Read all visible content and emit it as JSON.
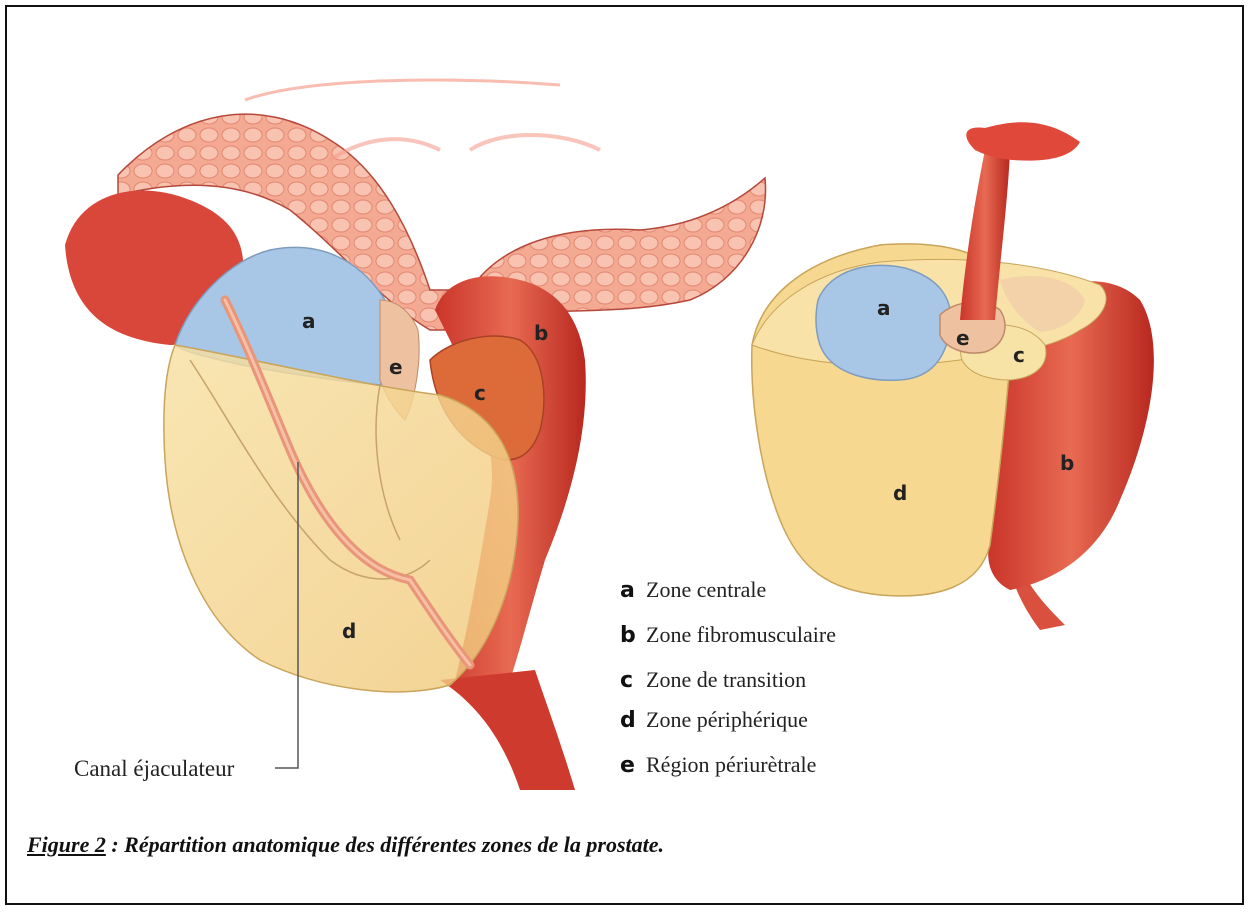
{
  "zones": {
    "a": "a",
    "b": "b",
    "c": "c",
    "d": "d",
    "e": "e"
  },
  "legend": [
    {
      "letter": "a",
      "text": "Zone centrale"
    },
    {
      "letter": "b",
      "text": "Zone fibromusculaire"
    },
    {
      "letter": "c",
      "text": "Zone de transition"
    },
    {
      "letter": "d",
      "text": "Zone périphérique"
    },
    {
      "letter": "e",
      "text": "Région périurètrale"
    }
  ],
  "callout": "Canal éjaculateur",
  "caption": {
    "figure": "Figure 2",
    "text": " : Répartition anatomique des différentes zones de la prostate."
  },
  "colors": {
    "zone_central": "#a8c6e6",
    "zone_fibromuscular": "#d8402e",
    "zone_transition": "#dd6b3a",
    "zone_peripheral": "#f7dc92",
    "region_periurethral": "#eec1a0",
    "bladder": "#e3473a"
  }
}
